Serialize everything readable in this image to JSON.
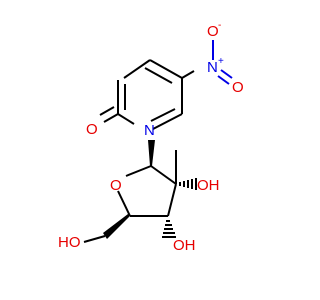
{
  "colors": {
    "bond": "#000000",
    "oxygen": "#e60000",
    "nitrogen": "#0000e6"
  },
  "labels": {
    "nitro_n": "N",
    "nitro_n_charge": "+",
    "nitro_o_top": "O",
    "nitro_o_top_charge": "-",
    "nitro_o_right": "O",
    "carbonyl_o": "O",
    "ring_n": "N",
    "ring_o": "O",
    "oh_c2": "OH",
    "oh_c3": "OH",
    "oh_c5": "HO"
  }
}
